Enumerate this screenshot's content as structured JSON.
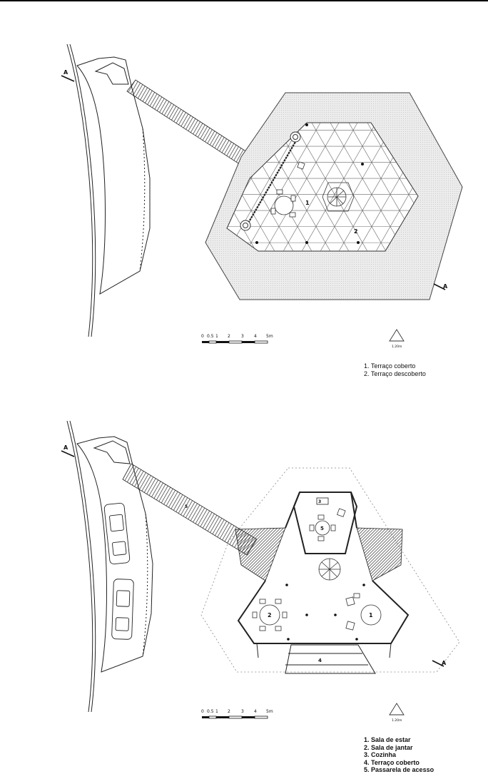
{
  "plan_upper": {
    "section_marker": "A",
    "scale_ticks": [
      "0",
      "0.5",
      "1",
      "2",
      "3",
      "4",
      "5m"
    ],
    "north_label": "1.20m",
    "room_labels": [
      "1",
      "2"
    ],
    "legend": [
      "1. Terraço coberto",
      "2. Terraço descoberto"
    ]
  },
  "plan_lower": {
    "section_marker": "A",
    "scale_ticks": [
      "0",
      "0.5",
      "1",
      "2",
      "3",
      "4",
      "5m"
    ],
    "north_label": "1.20m",
    "room_labels": [
      "1",
      "2",
      "4",
      "5"
    ],
    "legend": [
      "1. Sala de estar",
      "2. Sala de jantar",
      "3. Cozinha",
      "4. Terraço coberto",
      "5. Passarela de acesso"
    ]
  }
}
